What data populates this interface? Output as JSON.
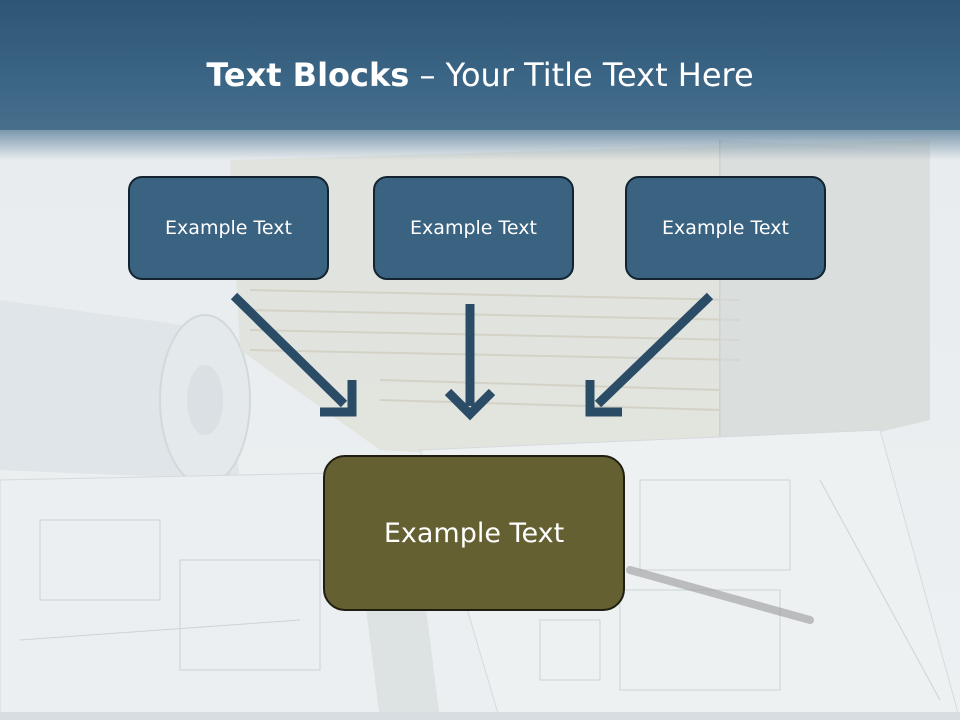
{
  "title": {
    "bold": "Text Blocks",
    "dash": " – ",
    "normal": "Your Title Text Here"
  },
  "blocks": {
    "top": [
      "Example Text",
      "Example Text",
      "Example Text"
    ],
    "bottom": "Example Text"
  },
  "colors": {
    "header": "#3b6585",
    "top_box": "#3a6281",
    "bottom_box": "#656032",
    "arrow": "#2b4c66"
  }
}
